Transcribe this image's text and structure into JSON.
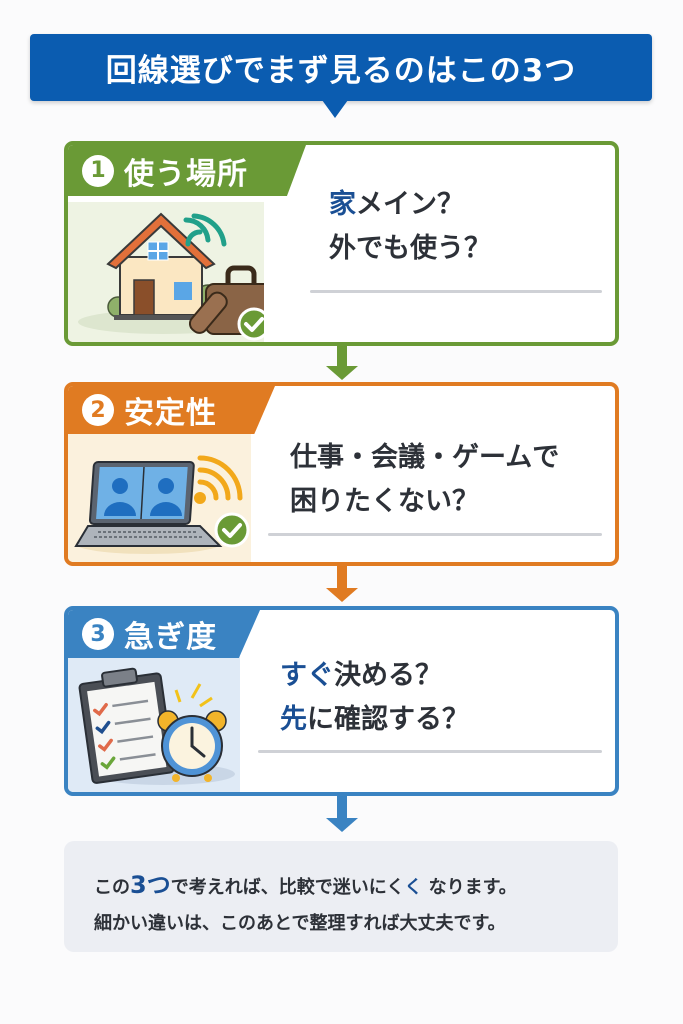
{
  "title": "回線選びでまず見るのはこの3つ",
  "colors": {
    "banner": "#0b5cb0",
    "green": "#6a9a36",
    "orange": "#e07b22",
    "blue": "#3a83c2",
    "highlight_text": "#1a4f94",
    "summary_bg": "#eceef3"
  },
  "cards": [
    {
      "number": "1",
      "label": "使う場所",
      "color": "green",
      "question_line1_highlight": "家",
      "question_line1_rest": "メイン？",
      "question_line2_highlight": "",
      "question_line2_rest": "外でも使う？",
      "illustration": "house-with-wifi-and-bag-icon"
    },
    {
      "number": "2",
      "label": "安定性",
      "color": "orange",
      "question_line1_highlight": "",
      "question_line1_rest": "仕事・会議・ゲームで",
      "question_line2_highlight": "",
      "question_line2_rest": "困りたくない？",
      "illustration": "laptop-video-call-wifi-icon"
    },
    {
      "number": "3",
      "label": "急ぎ度",
      "color": "blue",
      "question_line1_highlight": "すぐ",
      "question_line1_rest": "決める？",
      "question_line2_highlight": "先",
      "question_line2_rest": "に確認する？",
      "illustration": "checklist-and-alarm-clock-icon"
    }
  ],
  "summary": {
    "line1_a": "この",
    "line1_big": "3つ",
    "line1_b": "で考えれば、比較で迷いにく",
    "line1_hl": "く",
    "line1_c": " なります。",
    "line2": "細かい違いは、このあとで整理すれば大丈夫です。"
  }
}
